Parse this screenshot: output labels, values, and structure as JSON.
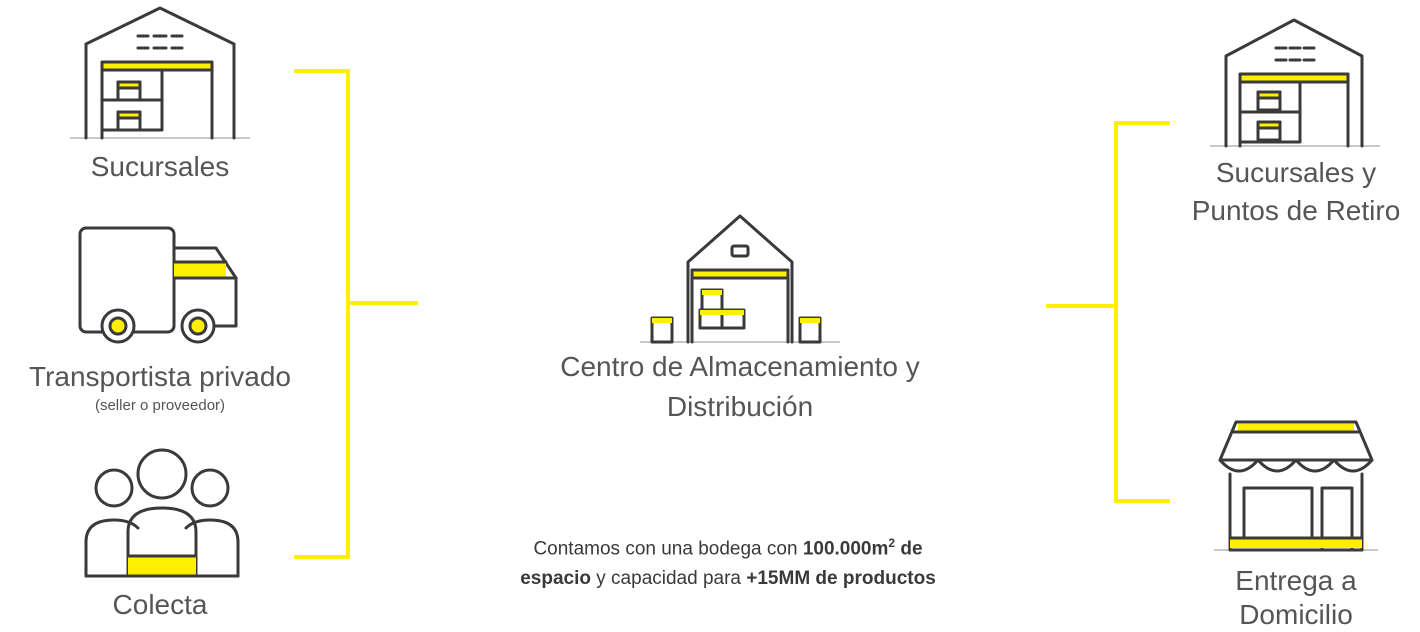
{
  "left": {
    "items": [
      {
        "label": "Sucursales",
        "icon": "warehouse-icon"
      },
      {
        "label": "Transportista privado",
        "sublabel": "(seller o proveedor)",
        "icon": "truck-icon"
      },
      {
        "label": "Colecta",
        "icon": "people-group-icon"
      }
    ]
  },
  "center": {
    "label_line1": "Centro de Almacenamiento y",
    "label_line2": "Distribución",
    "icon": "distribution-center-icon"
  },
  "right": {
    "items": [
      {
        "label_line1": "Sucursales y",
        "label_line2": "Puntos de Retiro",
        "icon": "warehouse-icon"
      },
      {
        "label_line1": "Entrega a",
        "label_line2": "Domicilio",
        "icon": "storefront-icon"
      }
    ]
  },
  "note": {
    "t1": "Contamos con una bodega con ",
    "b1": "100.000m",
    "sup": "2",
    "b2": " de",
    "b3": "espacio",
    "t2": " y capacidad para ",
    "b4": "+15MM de productos"
  },
  "colors": {
    "accent": "#fff000",
    "line": "#3a3a3a",
    "text": "#555555"
  }
}
